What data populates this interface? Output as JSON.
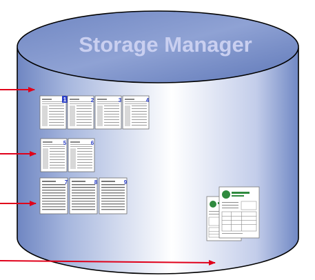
{
  "diagram": {
    "title": "Storage Manager",
    "colors": {
      "cylinder_dark": "#6f86c2",
      "cylinder_light": "#ffffff",
      "title_fill": "#c9cff0",
      "outline": "#000000",
      "arrow": "#e0001a",
      "page_badge_blue": "#2b3fc8"
    },
    "page_groups": [
      {
        "pages": [
          "1",
          "2",
          "3",
          "4"
        ]
      },
      {
        "pages": [
          "5",
          "6"
        ]
      },
      {
        "pages": [
          "7",
          "8",
          "9"
        ]
      }
    ],
    "arrow_count": 4,
    "document_thumbnails": [
      "health-services-form-back",
      "health-services-form-front"
    ]
  }
}
